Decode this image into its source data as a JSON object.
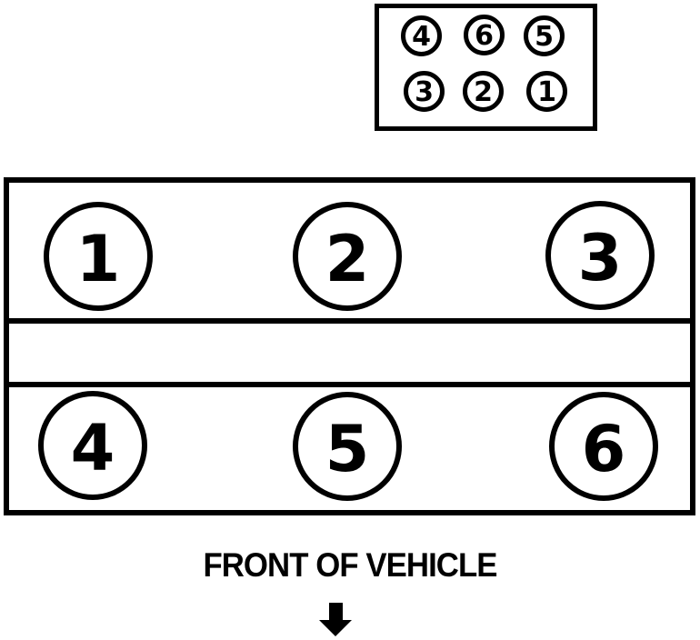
{
  "diagram": {
    "kind": "engine-firing-order",
    "coil_pack": {
      "rows": [
        [
          "4",
          "6",
          "5"
        ],
        [
          "3",
          "2",
          "1"
        ]
      ]
    },
    "engine": {
      "banks": {
        "top": [
          "1",
          "2",
          "3"
        ],
        "bottom": [
          "4",
          "5",
          "6"
        ]
      }
    },
    "caption": "FRONT OF VEHICLE",
    "arrow_direction": "down",
    "colors": {
      "ink": "#000000",
      "paper": "#ffffff"
    }
  }
}
